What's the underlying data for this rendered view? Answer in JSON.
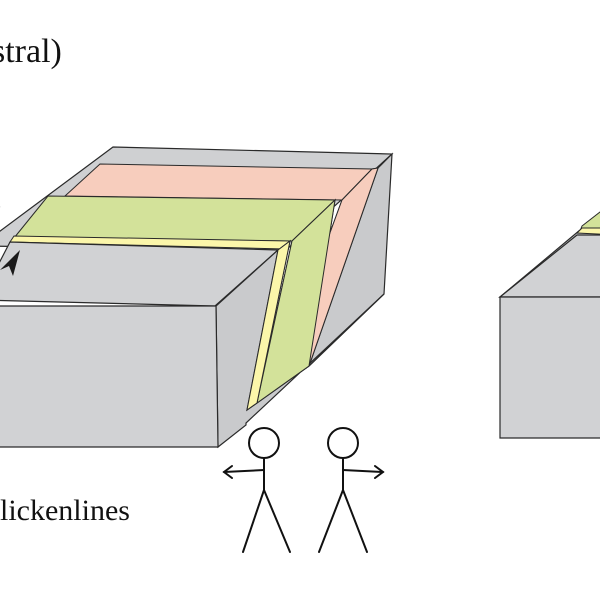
{
  "heading_fragment": "stral)",
  "fragment_label": "'",
  "caption_fragment": "lickenlines",
  "colors": {
    "block_front": "#d1d2d4",
    "block_top": "#cfd0d2",
    "block_side": "#c9cacc",
    "layer_pink": "#f7cdbd",
    "layer_green": "#d3e29a",
    "layer_yellow": "#fbf6aa",
    "outline": "#2a2a2a",
    "arrow": "#1a1a1a"
  },
  "icons": {
    "slip_arrow": "black-triangle-arrow",
    "observer_left": "stick-figure-pointing-left",
    "observer_right": "stick-figure-pointing-right"
  }
}
